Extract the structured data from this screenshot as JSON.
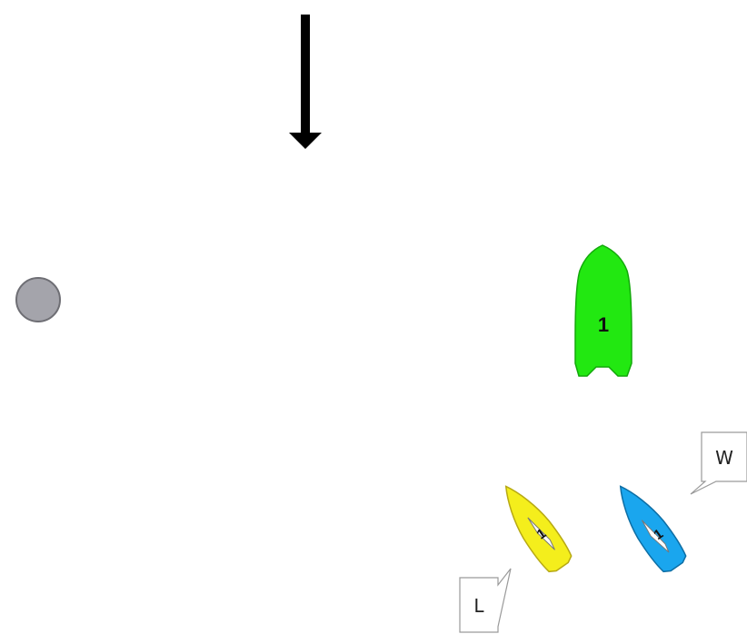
{
  "diagram": {
    "wind_arrow": {
      "icon": "wind-arrow-down-icon",
      "color": "#000000"
    },
    "mark": {
      "icon": "mark-buoy-icon",
      "color": "#a4a4ab",
      "stroke": "#6e6e74"
    },
    "boats": [
      {
        "name": "green-boat",
        "number": "1",
        "color": "#22e811",
        "stroke": "#12a80a"
      },
      {
        "name": "yellow-boat",
        "number": "1",
        "color": "#f4ee1c",
        "stroke": "#b7a913"
      },
      {
        "name": "blue-boat",
        "number": "1",
        "color": "#1aa6ee",
        "stroke": "#0d6ea5"
      }
    ],
    "callouts": {
      "windward": {
        "label": "W"
      },
      "leeward": {
        "label": "L"
      }
    }
  }
}
